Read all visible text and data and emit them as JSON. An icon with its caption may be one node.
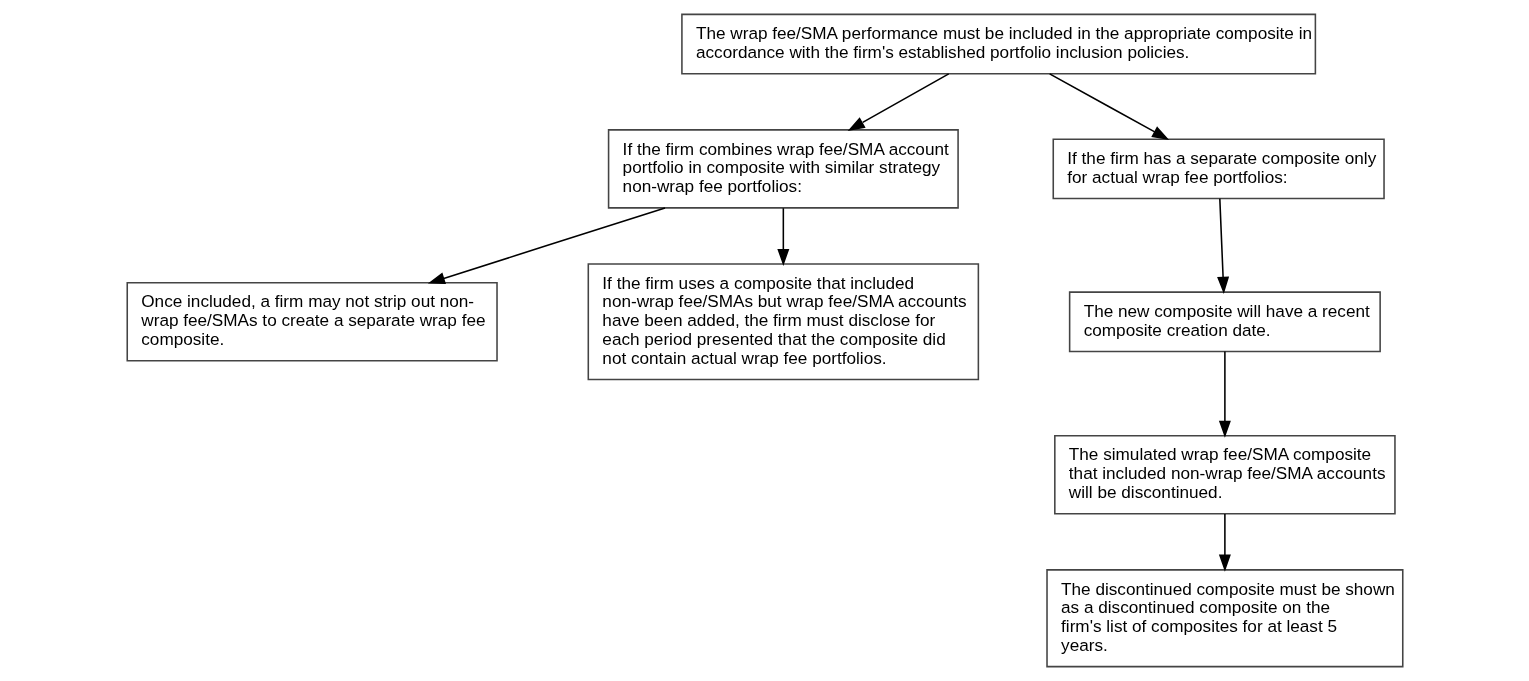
{
  "diagram": {
    "nodes": [
      {
        "text": [
          "The wrap fee/SMA performance must be included in the appropriate composite in accordance with the firm's established portfolio inclusion policies."
        ]
      },
      {
        "text": [
          "If the firm combines wrap fee/SMA account portfolio in composite with similar strategy non-wrap fee portfolios:"
        ]
      },
      {
        "text": [
          "Once included, a firm may not strip out non-wrap fee/SMAs to create a separate wrap fee composite."
        ]
      },
      {
        "text": [
          "If the firm uses a composite that included non-wrap fee/SMAs but wrap fee/SMA accounts have been added, the firm must disclose for each period presented that the composite did not contain actual wrap fee portfolios."
        ]
      },
      {
        "text": [
          "If the firm has a separate composite only for actual wrap fee portfolios:"
        ]
      },
      {
        "text": [
          "The new composite will have a recent composite creation date."
        ]
      },
      {
        "text": [
          "The simulated wrap fee/SMA composite that included non-wrap fee/SMA accounts will be discontinued."
        ]
      },
      {
        "text": [
          "The discontinued composite must be shown as a discontinued composite on the firm's list of composites for at least 5 years."
        ]
      }
    ],
    "edges": [
      {
        "from": 0,
        "to": 1,
        "arrow": "to"
      },
      {
        "from": 0,
        "to": 4,
        "arrow": "to"
      },
      {
        "from": 1,
        "to": 2,
        "arrow": "to"
      },
      {
        "from": 1,
        "to": 3,
        "arrow": "to"
      },
      {
        "from": 4,
        "to": 5,
        "arrow": "to"
      },
      {
        "from": 5,
        "to": 6,
        "arrow": "to"
      },
      {
        "from": 6,
        "to": 7,
        "arrow": "to"
      }
    ]
  }
}
